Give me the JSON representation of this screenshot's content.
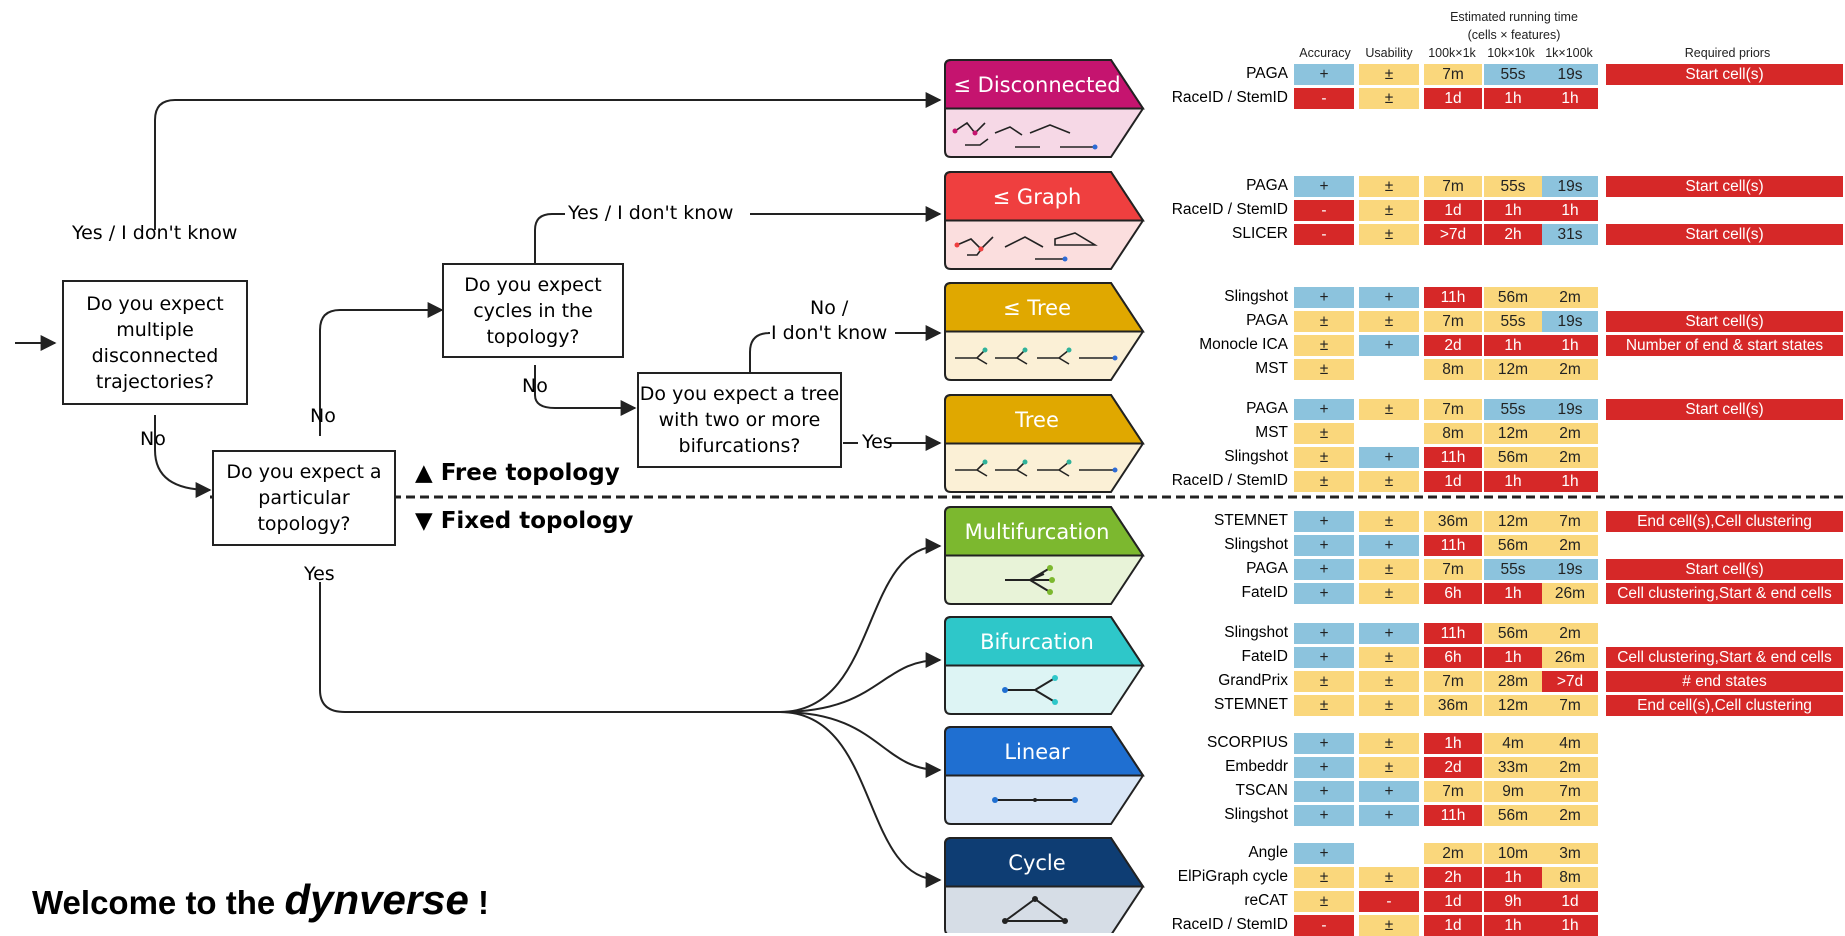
{
  "questions": {
    "disconnected": "Do you expect multiple disconnected trajectories?",
    "particular": "Do you expect a particular topology?",
    "cycles": "Do you expect cycles in the topology?",
    "tree_bif": "Do you expect a tree with two or more bifurcations?"
  },
  "edge_labels": {
    "yes_idk_1": "Yes / I don't know",
    "no_1": "No",
    "no_2": "No",
    "yes_idk_2": "Yes / I don't know",
    "no_3": "No",
    "no_idk_a": "No /",
    "no_idk_b": "I don't know",
    "yes_1": "Yes",
    "yes_2": "Yes"
  },
  "free_topology": "▲ Free topology",
  "fixed_topology": "▼ Fixed topology",
  "headers": {
    "accuracy": "Accuracy",
    "usability": "Usability",
    "running_time_1": "Estimated running time",
    "running_time_2": "(cells × features)",
    "col1": "100k×1k",
    "col2": "10k×10k",
    "col3": "1k×100k",
    "priors": "Required priors"
  },
  "colors": {
    "blue": "#8cc3dd",
    "yellow": "#fad77c",
    "red": "#d62828",
    "white": "#ffffff"
  },
  "topologies": [
    {
      "name": "≤ Disconnected",
      "icon": "disconnected-graph-icon",
      "header_color": "#c5146f",
      "body_color": "#f6d8e6",
      "methods": [
        {
          "name": "PAGA",
          "acc": "+",
          "acc_c": "b",
          "use": "±",
          "use_c": "y",
          "t": [
            "7m",
            "55s",
            "19s"
          ],
          "tc": [
            "y",
            "b",
            "b"
          ],
          "prior": "Start cell(s)"
        },
        {
          "name": "RaceID / StemID",
          "acc": "-",
          "acc_c": "r",
          "use": "±",
          "use_c": "y",
          "t": [
            "1d",
            "1h",
            "1h"
          ],
          "tc": [
            "r",
            "r",
            "r"
          ],
          "prior": ""
        }
      ]
    },
    {
      "name": "≤ Graph",
      "icon": "graph-icon",
      "header_color": "#ef3f3f",
      "body_color": "#fbdede",
      "methods": [
        {
          "name": "PAGA",
          "acc": "+",
          "acc_c": "b",
          "use": "±",
          "use_c": "y",
          "t": [
            "7m",
            "55s",
            "19s"
          ],
          "tc": [
            "y",
            "y",
            "b"
          ],
          "prior": "Start cell(s)"
        },
        {
          "name": "RaceID / StemID",
          "acc": "-",
          "acc_c": "r",
          "use": "±",
          "use_c": "y",
          "t": [
            "1d",
            "1h",
            "1h"
          ],
          "tc": [
            "r",
            "r",
            "r"
          ],
          "prior": ""
        },
        {
          "name": "SLICER",
          "acc": "-",
          "acc_c": "r",
          "use": "±",
          "use_c": "y",
          "t": [
            ">7d",
            "2h",
            "31s"
          ],
          "tc": [
            "r",
            "r",
            "b"
          ],
          "prior": "Start cell(s)"
        }
      ]
    },
    {
      "name": "≤ Tree",
      "icon": "tree-icon",
      "header_color": "#e0a800",
      "body_color": "#fbf0d6",
      "methods": [
        {
          "name": "Slingshot",
          "acc": "+",
          "acc_c": "b",
          "use": "+",
          "use_c": "b",
          "t": [
            "11h",
            "56m",
            "2m"
          ],
          "tc": [
            "r",
            "y",
            "y"
          ],
          "prior": ""
        },
        {
          "name": "PAGA",
          "acc": "±",
          "acc_c": "y",
          "use": "±",
          "use_c": "y",
          "t": [
            "7m",
            "55s",
            "19s"
          ],
          "tc": [
            "y",
            "y",
            "b"
          ],
          "prior": "Start cell(s)"
        },
        {
          "name": "Monocle ICA",
          "acc": "±",
          "acc_c": "y",
          "use": "+",
          "use_c": "b",
          "t": [
            "2d",
            "1h",
            "1h"
          ],
          "tc": [
            "r",
            "r",
            "r"
          ],
          "prior": "Number of end & start states"
        },
        {
          "name": "MST",
          "acc": "±",
          "acc_c": "y",
          "use": "",
          "use_c": "w",
          "t": [
            "8m",
            "12m",
            "2m"
          ],
          "tc": [
            "y",
            "y",
            "y"
          ],
          "prior": ""
        }
      ]
    },
    {
      "name": "Tree",
      "icon": "tree-icon",
      "header_color": "#e0a800",
      "body_color": "#fbf0d6",
      "methods": [
        {
          "name": "PAGA",
          "acc": "+",
          "acc_c": "b",
          "use": "±",
          "use_c": "y",
          "t": [
            "7m",
            "55s",
            "19s"
          ],
          "tc": [
            "y",
            "b",
            "b"
          ],
          "prior": "Start cell(s)"
        },
        {
          "name": "MST",
          "acc": "±",
          "acc_c": "y",
          "use": "",
          "use_c": "w",
          "t": [
            "8m",
            "12m",
            "2m"
          ],
          "tc": [
            "y",
            "y",
            "y"
          ],
          "prior": ""
        },
        {
          "name": "Slingshot",
          "acc": "±",
          "acc_c": "y",
          "use": "+",
          "use_c": "b",
          "t": [
            "11h",
            "56m",
            "2m"
          ],
          "tc": [
            "r",
            "y",
            "y"
          ],
          "prior": ""
        },
        {
          "name": "RaceID / StemID",
          "acc": "±",
          "acc_c": "y",
          "use": "±",
          "use_c": "y",
          "t": [
            "1d",
            "1h",
            "1h"
          ],
          "tc": [
            "r",
            "r",
            "r"
          ],
          "prior": ""
        }
      ]
    },
    {
      "name": "Multifurcation",
      "icon": "multifurcation-icon",
      "header_color": "#7cb82f",
      "body_color": "#e8f3d8",
      "methods": [
        {
          "name": "STEMNET",
          "acc": "+",
          "acc_c": "b",
          "use": "±",
          "use_c": "y",
          "t": [
            "36m",
            "12m",
            "7m"
          ],
          "tc": [
            "y",
            "y",
            "y"
          ],
          "prior": "End cell(s),Cell clustering"
        },
        {
          "name": "Slingshot",
          "acc": "+",
          "acc_c": "b",
          "use": "+",
          "use_c": "b",
          "t": [
            "11h",
            "56m",
            "2m"
          ],
          "tc": [
            "r",
            "y",
            "y"
          ],
          "prior": ""
        },
        {
          "name": "PAGA",
          "acc": "+",
          "acc_c": "b",
          "use": "±",
          "use_c": "y",
          "t": [
            "7m",
            "55s",
            "19s"
          ],
          "tc": [
            "y",
            "b",
            "b"
          ],
          "prior": "Start cell(s)"
        },
        {
          "name": "FateID",
          "acc": "+",
          "acc_c": "b",
          "use": "±",
          "use_c": "y",
          "t": [
            "6h",
            "1h",
            "26m"
          ],
          "tc": [
            "r",
            "r",
            "y"
          ],
          "prior": "Cell clustering,Start & end cells"
        }
      ]
    },
    {
      "name": "Bifurcation",
      "icon": "bifurcation-icon",
      "header_color": "#2ec7c9",
      "body_color": "#ddf4f4",
      "methods": [
        {
          "name": "Slingshot",
          "acc": "+",
          "acc_c": "b",
          "use": "+",
          "use_c": "b",
          "t": [
            "11h",
            "56m",
            "2m"
          ],
          "tc": [
            "r",
            "y",
            "y"
          ],
          "prior": ""
        },
        {
          "name": "FateID",
          "acc": "+",
          "acc_c": "b",
          "use": "±",
          "use_c": "y",
          "t": [
            "6h",
            "1h",
            "26m"
          ],
          "tc": [
            "r",
            "r",
            "y"
          ],
          "prior": "Cell clustering,Start & end cells"
        },
        {
          "name": "GrandPrix",
          "acc": "±",
          "acc_c": "y",
          "use": "±",
          "use_c": "y",
          "t": [
            "7m",
            "28m",
            ">7d"
          ],
          "tc": [
            "y",
            "y",
            "r"
          ],
          "prior": "# end states"
        },
        {
          "name": "STEMNET",
          "acc": "±",
          "acc_c": "y",
          "use": "±",
          "use_c": "y",
          "t": [
            "36m",
            "12m",
            "7m"
          ],
          "tc": [
            "y",
            "y",
            "y"
          ],
          "prior": "End cell(s),Cell clustering"
        }
      ]
    },
    {
      "name": "Linear",
      "icon": "linear-icon",
      "header_color": "#1f6fd1",
      "body_color": "#d9e6f6",
      "methods": [
        {
          "name": "SCORPIUS",
          "acc": "+",
          "acc_c": "b",
          "use": "±",
          "use_c": "y",
          "t": [
            "1h",
            "4m",
            "4m"
          ],
          "tc": [
            "r",
            "y",
            "y"
          ],
          "prior": ""
        },
        {
          "name": "Embeddr",
          "acc": "+",
          "acc_c": "b",
          "use": "±",
          "use_c": "y",
          "t": [
            "2d",
            "33m",
            "2m"
          ],
          "tc": [
            "r",
            "y",
            "y"
          ],
          "prior": ""
        },
        {
          "name": "TSCAN",
          "acc": "+",
          "acc_c": "b",
          "use": "+",
          "use_c": "b",
          "t": [
            "7m",
            "9m",
            "7m"
          ],
          "tc": [
            "y",
            "y",
            "y"
          ],
          "prior": ""
        },
        {
          "name": "Slingshot",
          "acc": "+",
          "acc_c": "b",
          "use": "+",
          "use_c": "b",
          "t": [
            "11h",
            "56m",
            "2m"
          ],
          "tc": [
            "r",
            "y",
            "y"
          ],
          "prior": ""
        }
      ]
    },
    {
      "name": "Cycle",
      "icon": "cycle-icon",
      "header_color": "#0e3d73",
      "body_color": "#d6dde6",
      "methods": [
        {
          "name": "Angle",
          "acc": "+",
          "acc_c": "b",
          "use": "",
          "use_c": "w",
          "t": [
            "2m",
            "10m",
            "3m"
          ],
          "tc": [
            "y",
            "y",
            "y"
          ],
          "prior": ""
        },
        {
          "name": "ElPiGraph cycle",
          "acc": "±",
          "acc_c": "y",
          "use": "±",
          "use_c": "y",
          "t": [
            "2h",
            "1h",
            "8m"
          ],
          "tc": [
            "r",
            "r",
            "y"
          ],
          "prior": ""
        },
        {
          "name": "reCAT",
          "acc": "±",
          "acc_c": "y",
          "use": "-",
          "use_c": "r",
          "t": [
            "1d",
            "9h",
            "1d"
          ],
          "tc": [
            "r",
            "r",
            "r"
          ],
          "prior": ""
        },
        {
          "name": "RaceID / StemID",
          "acc": "-",
          "acc_c": "r",
          "use": "±",
          "use_c": "y",
          "t": [
            "1d",
            "1h",
            "1h"
          ],
          "tc": [
            "r",
            "r",
            "r"
          ],
          "prior": ""
        }
      ]
    }
  ],
  "welcome": {
    "prefix": "Welcome to the ",
    "emph": "dynverse",
    "suffix": " !"
  }
}
